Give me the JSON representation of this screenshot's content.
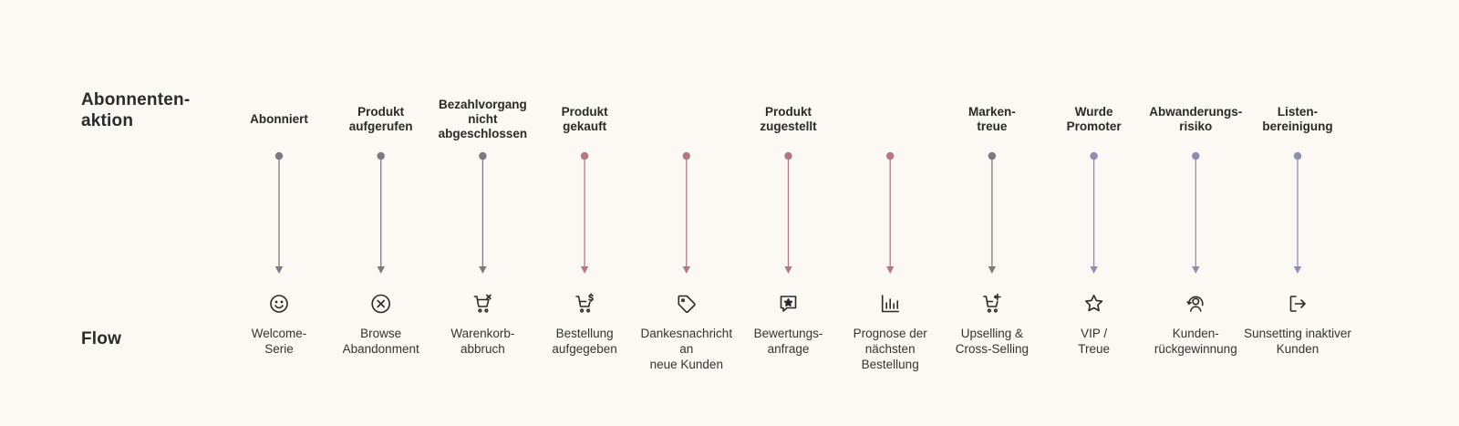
{
  "row_labels": {
    "action": "Abonnenten-\naktion",
    "flow": "Flow"
  },
  "colors": {
    "neutral": "#7c7a7e",
    "purchase": "#b07a80",
    "loyalty": "#8e8eb4",
    "rule": "#e6c9cc"
  },
  "stages": [
    {
      "label": "Abonniert",
      "span": [
        0,
        0
      ]
    },
    {
      "label": "Produkt\naufgerufen",
      "span": [
        1,
        1
      ]
    },
    {
      "label": "Bezahlvorgang\nnicht\nabgeschlossen",
      "span": [
        2,
        2
      ]
    },
    {
      "label": "Produkt\ngekauft",
      "span": [
        3,
        3
      ]
    },
    {
      "label": "Produkt\nzugestellt",
      "span": [
        4,
        6
      ]
    },
    {
      "label": "Marken-\ntreue",
      "span": [
        7,
        7
      ]
    },
    {
      "label": "Wurde\nPromoter",
      "span": [
        8,
        8
      ]
    },
    {
      "label": "Abwanderungs-\nrisiko",
      "span": [
        9,
        9
      ]
    },
    {
      "label": "Listen-\nbereinigung",
      "span": [
        10,
        10
      ]
    }
  ],
  "flows": [
    {
      "label": "Welcome-\nSerie",
      "icon": "smile-icon",
      "tone": "neutral"
    },
    {
      "label": "Browse\nAbandonment",
      "icon": "circle-x-icon",
      "tone": "neutral"
    },
    {
      "label": "Warenkorb-\nabbruch",
      "icon": "cart-x-icon",
      "tone": "neutral"
    },
    {
      "label": "Bestellung\naufgegeben",
      "icon": "cart-dollar-icon",
      "tone": "purchase"
    },
    {
      "label": "Dankesnachricht\nan\nneue Kunden",
      "icon": "tag-icon",
      "tone": "purchase"
    },
    {
      "label": "Bewertungs-\nanfrage",
      "icon": "star-message-icon",
      "tone": "purchase"
    },
    {
      "label": "Prognose der\nnächsten\nBestellung",
      "icon": "bar-chart-icon",
      "tone": "purchase"
    },
    {
      "label": "Upselling &\nCross-Selling",
      "icon": "cart-plus-icon",
      "tone": "neutral"
    },
    {
      "label": "VIP /\nTreue",
      "icon": "star-icon",
      "tone": "loyalty"
    },
    {
      "label": "Kunden-\nrückgewinnung",
      "icon": "user-return-icon",
      "tone": "loyalty"
    },
    {
      "label": "Sunsetting inaktiver\nKunden",
      "icon": "logout-icon",
      "tone": "loyalty"
    }
  ]
}
